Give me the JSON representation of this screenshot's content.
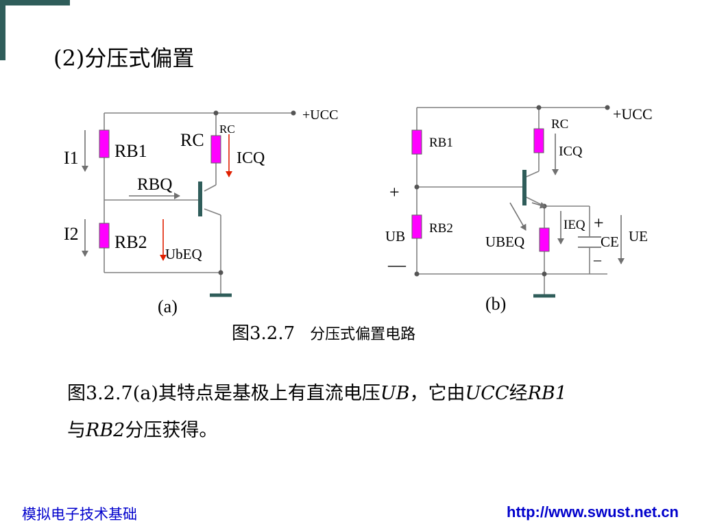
{
  "title": "(2)分压式偏置",
  "circuit_a": {
    "supply": "+UCC",
    "rb1": "RB1",
    "rc_small": "RC",
    "rc_large": "RC",
    "icq": "ICQ",
    "i1": "I1",
    "rbq": "RBQ",
    "i2": "I2",
    "rb2": "RB2",
    "ubeq": "UbEQ",
    "label": "(a)"
  },
  "circuit_b": {
    "supply": "+UCC",
    "rc": "RC",
    "rb1": "RB1",
    "icq": "ICQ",
    "plus_left": "+",
    "ub": "UB",
    "rb2": "RB2",
    "minus_left": "—",
    "ubeq": "UBEQ",
    "ieq": "IEQ",
    "plus_right": "+",
    "ce": "CE",
    "ue": "UE",
    "minus_right": "–",
    "label": "(b)"
  },
  "caption": {
    "fig": "图3.2.7",
    "text": "分压式偏置电路"
  },
  "description": {
    "p1": "图3.2.7(a)其特点是基极上有直流电压",
    "ub": "UB",
    "p2": "，它由",
    "ucc": "UCC",
    "p3": "经",
    "rb1": "RB1",
    "p4": "与",
    "rb2": "RB2",
    "p5": "分压获得。"
  },
  "footer": {
    "left": "模拟电子技术基础",
    "right": "http://www.swust.net.cn"
  },
  "colors": {
    "resistor": "#ff00ff",
    "arrow_red": "#e02000",
    "wire": "#808080",
    "transistor": "#2f5d5a"
  }
}
